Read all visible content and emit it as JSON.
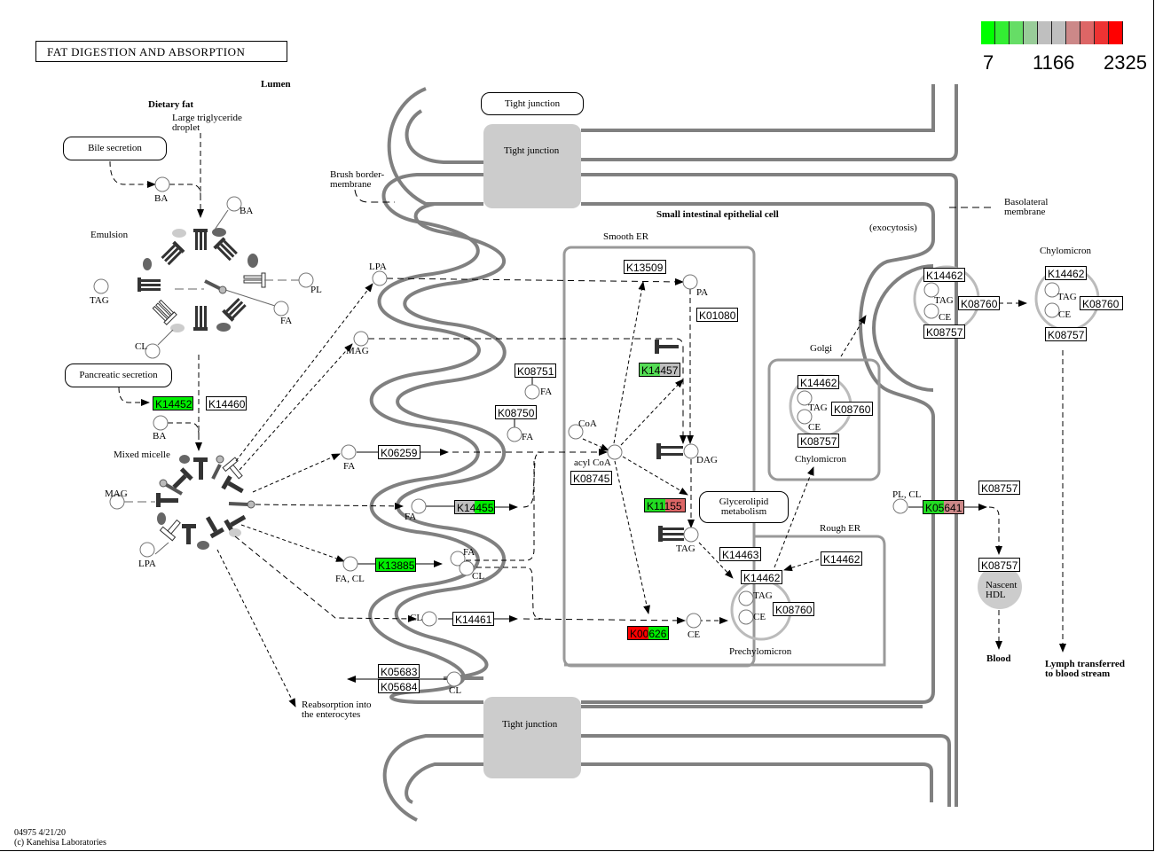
{
  "title": "FAT DIGESTION AND ABSORPTION",
  "legend": {
    "min": "7",
    "mid": "1166",
    "max": "2325",
    "colors": [
      "#00ff00",
      "#33ee33",
      "#66dd66",
      "#99cc99",
      "#bfbfbf",
      "#bfbfbf",
      "#cc8888",
      "#dd6666",
      "#ee3333",
      "#ff0000"
    ]
  },
  "footer": {
    "id_date": "04975 4/21/20",
    "copyright": "(c) Kanehisa Laboratories"
  },
  "regions": {
    "lumen": "Lumen",
    "dietary_fat": "Dietary fat",
    "large_tg_1": "Large triglyceride",
    "large_tg_2": "droplet",
    "emulsion": "Emulsion",
    "mixed_micelle": "Mixed micelle",
    "brush_1": "Brush border-",
    "brush_2": "membrane",
    "epithelial": "Small intestinal epithelial cell",
    "smooth_er": "Smooth ER",
    "rough_er": "Rough ER",
    "golgi": "Golgi",
    "exocytosis": "(exocytosis)",
    "baso_1": "Basolateral",
    "baso_2": "membrane",
    "chylomicron_out": "Chylomicron",
    "chylomicron_golgi": "Chylomicron",
    "prechylomicron": "Prechylomicron",
    "nascent_1": "Nascent",
    "nascent_2": "HDL",
    "blood": "Blood",
    "lymph_1": "Lymph transferred",
    "lymph_2": "to blood stream",
    "reabs_1": "Reabsorption into",
    "reabs_2": "the enterocytes"
  },
  "pathway_links": {
    "bile": "Bile secretion",
    "pancreatic": "Pancreatic secretion",
    "tight_top": "Tight junction",
    "glycerolipid_1": "Glycerolipid",
    "glycerolipid_2": "metabolism"
  },
  "tight_junctions": [
    "Tight junction",
    "Tight junction"
  ],
  "compounds": {
    "ba1": "BA",
    "ba2": "BA",
    "ba3": "BA",
    "tag_em": "TAG",
    "pl_em": "PL",
    "fa_em": "FA",
    "cl_em": "CL",
    "mag_mm": "MAG",
    "lpa_mm": "LPA",
    "lpa": "LPA",
    "mag": "MAG",
    "fa1": "FA",
    "fa2": "FA",
    "facl": "FA, CL",
    "fa3": "FA",
    "cl3": "CL",
    "cl4": "CL",
    "cl5": "CL",
    "fa_k08751": "FA",
    "fa_k08750": "FA",
    "coa": "CoA",
    "acylcoa": "acyl CoA",
    "pa": "PA",
    "dag": "DAG",
    "tag": "TAG",
    "ce": "CE",
    "tag_pre": "TAG",
    "ce_pre": "CE",
    "tag_golgi": "TAG",
    "ce_golgi": "CE",
    "tag_exo": "TAG",
    "ce_exo": "CE",
    "tag_chy": "TAG",
    "ce_chy": "CE",
    "plcl": "PL, CL"
  },
  "genes": [
    {
      "id": "K14452",
      "colors": [
        "#00ee00"
      ]
    },
    {
      "id": "K14460",
      "colors": [
        "#ffffff"
      ]
    },
    {
      "id": "K06259",
      "colors": [
        "#ffffff"
      ]
    },
    {
      "id": "K14455",
      "colors": [
        "#bfbfbf",
        "#00ee00"
      ]
    },
    {
      "id": "K13885",
      "colors": [
        "#00ee00"
      ]
    },
    {
      "id": "K14461",
      "colors": [
        "#ffffff"
      ]
    },
    {
      "id": "K05683",
      "colors": [
        "#ffffff"
      ]
    },
    {
      "id": "K05684",
      "colors": [
        "#ffffff"
      ]
    },
    {
      "id": "K08751",
      "colors": [
        "#ffffff"
      ]
    },
    {
      "id": "K08750",
      "colors": [
        "#ffffff"
      ]
    },
    {
      "id": "K13509",
      "colors": [
        "#ffffff"
      ]
    },
    {
      "id": "K01080",
      "colors": [
        "#ffffff"
      ]
    },
    {
      "id": "K14457",
      "colors": [
        "#55dd55",
        "#bfbfbf"
      ]
    },
    {
      "id": "K08745",
      "colors": [
        "#ffffff"
      ]
    },
    {
      "id": "K11155",
      "colors": [
        "#22dd22",
        "#dd6666"
      ]
    },
    {
      "id": "K00626",
      "colors": [
        "#ff0000",
        "#00ee00"
      ]
    },
    {
      "id": "K14463",
      "colors": [
        "#ffffff"
      ]
    },
    {
      "id": "K14462",
      "colors": [
        "#ffffff"
      ]
    },
    {
      "id": "K14462",
      "colors": [
        "#ffffff"
      ]
    },
    {
      "id": "K08760",
      "colors": [
        "#ffffff"
      ]
    },
    {
      "id": "K14462",
      "colors": [
        "#ffffff"
      ]
    },
    {
      "id": "K08760",
      "colors": [
        "#ffffff"
      ]
    },
    {
      "id": "K08757",
      "colors": [
        "#ffffff"
      ]
    },
    {
      "id": "K14462",
      "colors": [
        "#ffffff"
      ]
    },
    {
      "id": "K08760",
      "colors": [
        "#ffffff"
      ]
    },
    {
      "id": "K08757",
      "colors": [
        "#ffffff"
      ]
    },
    {
      "id": "K14462",
      "colors": [
        "#ffffff"
      ]
    },
    {
      "id": "K08760",
      "colors": [
        "#ffffff"
      ]
    },
    {
      "id": "K08757",
      "colors": [
        "#ffffff"
      ]
    },
    {
      "id": "K05641",
      "colors": [
        "#22dd22",
        "#cc8888"
      ]
    },
    {
      "id": "K08757",
      "colors": [
        "#ffffff"
      ]
    },
    {
      "id": "K08757",
      "colors": [
        "#ffffff"
      ]
    }
  ]
}
